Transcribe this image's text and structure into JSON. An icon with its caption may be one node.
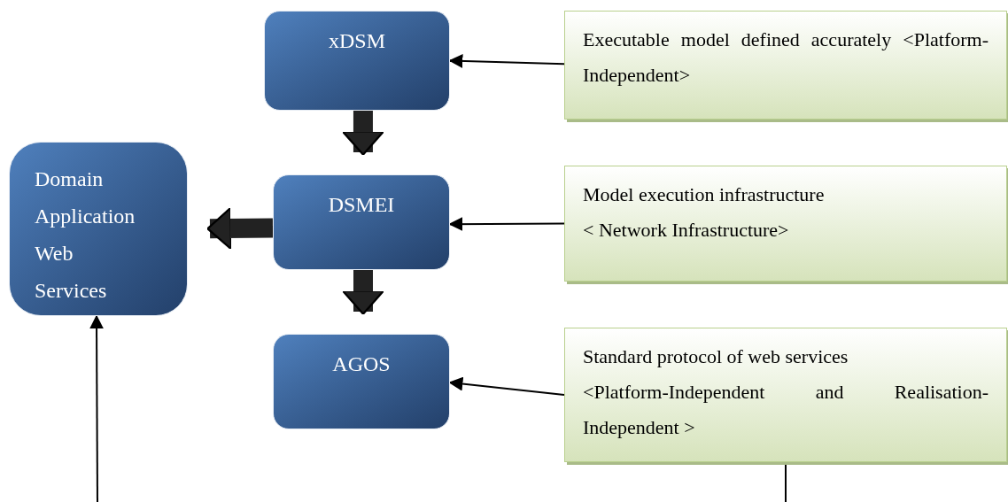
{
  "diagram": {
    "nodes": [
      {
        "text": [
          "xDSM"
        ]
      },
      {
        "text": [
          "Domain Application Web Services"
        ]
      },
      {
        "text": [
          "DSMEI"
        ]
      },
      {
        "text": [
          "AGOS"
        ]
      },
      {
        "text": [
          "Executable model defined accurately <Platform-Independent>"
        ]
      },
      {
        "text": [
          "Model execution infrastructure",
          "< Network Infrastructure>"
        ]
      },
      {
        "text": [
          "Standard protocol of web services",
          "<Platform-Independent and Realisation-Independent >"
        ]
      }
    ],
    "edges": [
      {
        "from": 0,
        "to": 2,
        "arrow": "to",
        "style": "thick"
      },
      {
        "from": 2,
        "to": 1,
        "arrow": "to",
        "style": "thick"
      },
      {
        "from": 2,
        "to": 3,
        "arrow": "to",
        "style": "thick"
      },
      {
        "from": 4,
        "to": 0,
        "arrow": "to"
      },
      {
        "from": 5,
        "to": 2,
        "arrow": "to"
      },
      {
        "from": 6,
        "to": 3,
        "arrow": "to"
      },
      {
        "from": null,
        "to": 1,
        "arrow": "to"
      },
      {
        "from": 6,
        "to": null,
        "arrow": "none"
      }
    ]
  }
}
